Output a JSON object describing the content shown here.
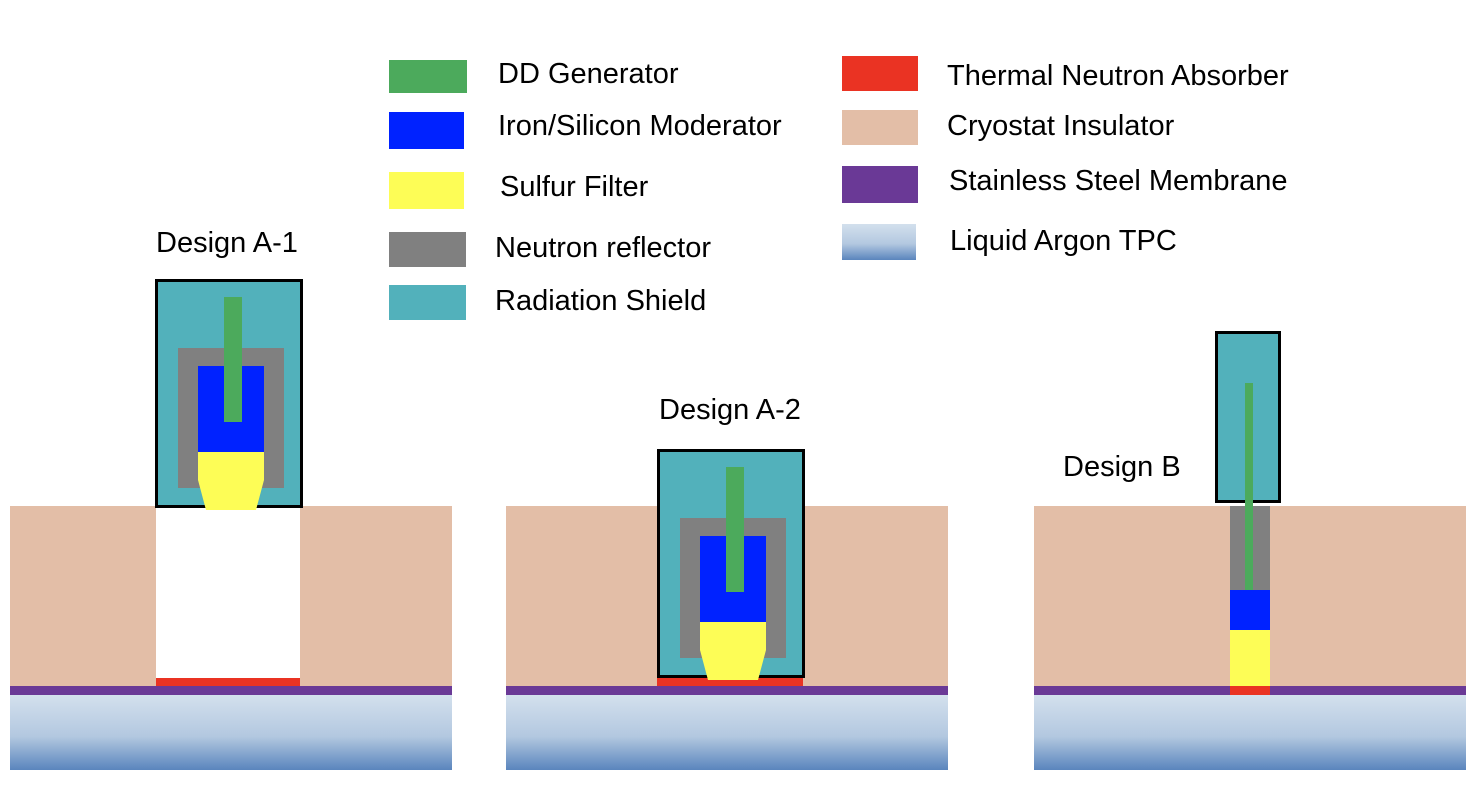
{
  "colors": {
    "dd_generator": "#4caa5c",
    "moderator": "#0022ff",
    "sulfur_filter": "#fdfd56",
    "reflector": "#808080",
    "radiation_shield": "#52b1bb",
    "absorber": "#ea3323",
    "insulator": "#e3bea7",
    "membrane": "#6a3996",
    "lar_top": "#d3e0ed",
    "lar_bottom": "#5a85bd"
  },
  "legend": {
    "dd_generator": "DD Generator",
    "moderator": "Iron/Silicon Moderator",
    "sulfur_filter": "Sulfur Filter",
    "reflector": "Neutron reflector",
    "radiation_shield": "Radiation Shield",
    "absorber": "Thermal Neutron Absorber",
    "insulator": "Cryostat Insulator",
    "membrane": "Stainless Steel Membrane",
    "lar": "Liquid Argon TPC"
  },
  "designs": {
    "a1": "Design A-1",
    "a2": "Design A-2",
    "b": "Design B"
  }
}
